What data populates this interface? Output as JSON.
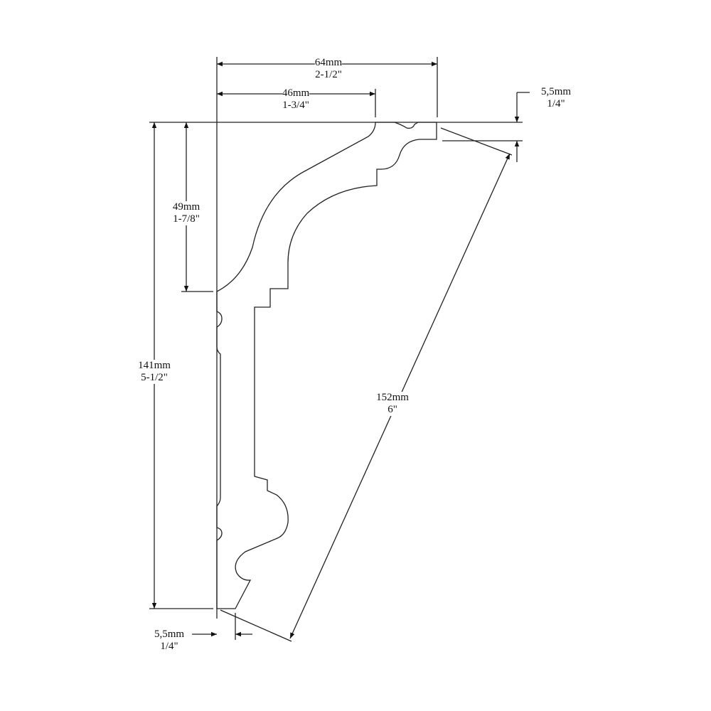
{
  "dimensions": {
    "width_total": {
      "mm": "64mm",
      "in": "2-1/2\""
    },
    "width_partial": {
      "mm": "46mm",
      "in": "1-3/4\""
    },
    "top_offset": {
      "mm": "5,5mm",
      "in": "1/4\""
    },
    "upper_height": {
      "mm": "49mm",
      "in": "1-7/8\""
    },
    "height_total": {
      "mm": "141mm",
      "in": "5-1/2\""
    },
    "diagonal": {
      "mm": "152mm",
      "in": "6\""
    },
    "bottom_offset": {
      "mm": "5,5mm",
      "in": "1/4\""
    }
  },
  "colors": {
    "line": "#222222",
    "background": "#ffffff"
  }
}
